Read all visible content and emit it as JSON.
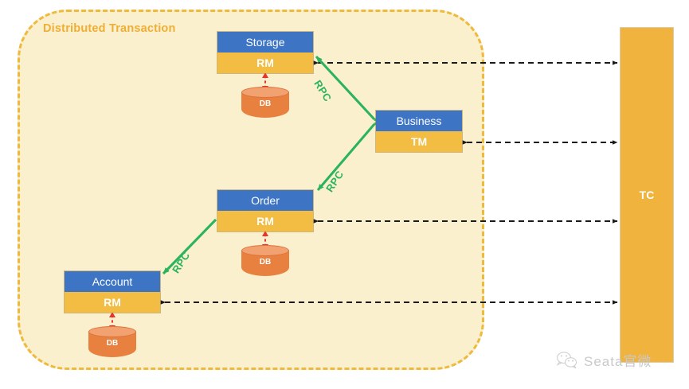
{
  "diagram": {
    "container": {
      "title": "Distributed Transaction",
      "border_color": "#EFB93C",
      "fill_color": "#FBF0CE"
    },
    "services": [
      {
        "id": "storage",
        "name": "Storage",
        "role": "RM",
        "db_label": "DB"
      },
      {
        "id": "order",
        "name": "Order",
        "role": "RM",
        "db_label": "DB"
      },
      {
        "id": "account",
        "name": "Account",
        "role": "RM",
        "db_label": "DB"
      },
      {
        "id": "business",
        "name": "Business",
        "role": "TM"
      }
    ],
    "coordinator": {
      "label": "TC",
      "color": "#F0B33E"
    },
    "rpc_links": [
      {
        "from": "business",
        "to": "storage",
        "label": "RPC"
      },
      {
        "from": "business",
        "to": "order",
        "label": "RPC"
      },
      {
        "from": "order",
        "to": "account",
        "label": "RPC"
      }
    ],
    "tc_links": [
      {
        "from": "storage",
        "to": "tc",
        "style": "dashed",
        "direction": "bidirectional"
      },
      {
        "from": "business",
        "to": "tc",
        "style": "dashed",
        "direction": "bidirectional"
      },
      {
        "from": "order",
        "to": "tc",
        "style": "dashed",
        "direction": "bidirectional"
      },
      {
        "from": "account",
        "to": "tc",
        "style": "dashed",
        "direction": "bidirectional"
      }
    ],
    "db_links": [
      {
        "service": "storage",
        "direction": "bidirectional",
        "color": "#E8352B"
      },
      {
        "service": "order",
        "direction": "bidirectional",
        "color": "#E8352B"
      },
      {
        "service": "account",
        "direction": "bidirectional",
        "color": "#E8352B"
      }
    ],
    "colors": {
      "service_header": "#3D75C4",
      "service_role": "#F3BC42",
      "database": "#E8803F",
      "rpc_line": "#2CB35E",
      "tc_line": "#1A1A1A",
      "db_arrow": "#E8352B",
      "title_text": "#EFAE35"
    }
  },
  "watermark": {
    "icon": "wechat-icon",
    "text": "Seata官微"
  }
}
